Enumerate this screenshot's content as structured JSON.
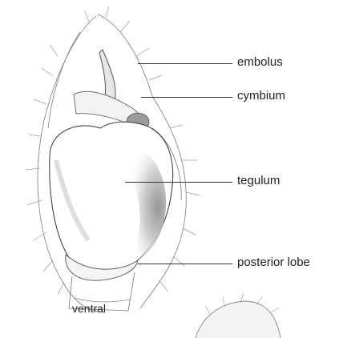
{
  "labels": {
    "embolus": "embolus",
    "cymbium": "cymbium",
    "tegulum": "tegulum",
    "posterior_lobe": "posterior lobe",
    "view": "ventral"
  },
  "colors": {
    "ink": "#222222",
    "shading": "#9a9a9a",
    "background": "#ffffff"
  }
}
